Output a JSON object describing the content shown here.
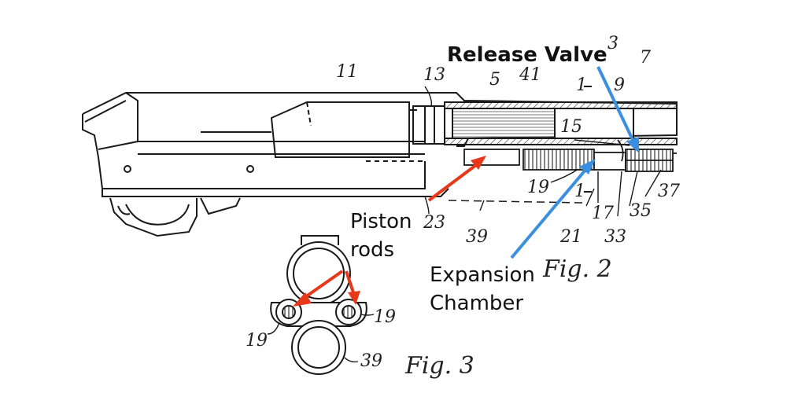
{
  "callouts": {
    "release_valve": "Release Valve",
    "piston": "Piston",
    "rods": "rods",
    "expansion": "Expansion",
    "chamber": "Chamber"
  },
  "figures": {
    "fig2": "Fig. 2",
    "fig3": "Fig. 3"
  },
  "ref_numbers": {
    "n11": "11",
    "n13": "13",
    "n5": "5",
    "n41": "41",
    "n3": "3",
    "n7": "7",
    "n9": "9",
    "n1a": "1",
    "n15": "15",
    "n19a": "19",
    "n1b": "1",
    "n17": "17",
    "n35": "35",
    "n37": "37",
    "n21": "21",
    "n33": "33",
    "n23": "23",
    "n39a": "39",
    "n19b": "19",
    "n19c": "19",
    "n39b": "39"
  },
  "colors": {
    "line": "#1a1a1a",
    "red_arrow": "#e8381c",
    "blue_arrow": "#3b8fe0"
  }
}
